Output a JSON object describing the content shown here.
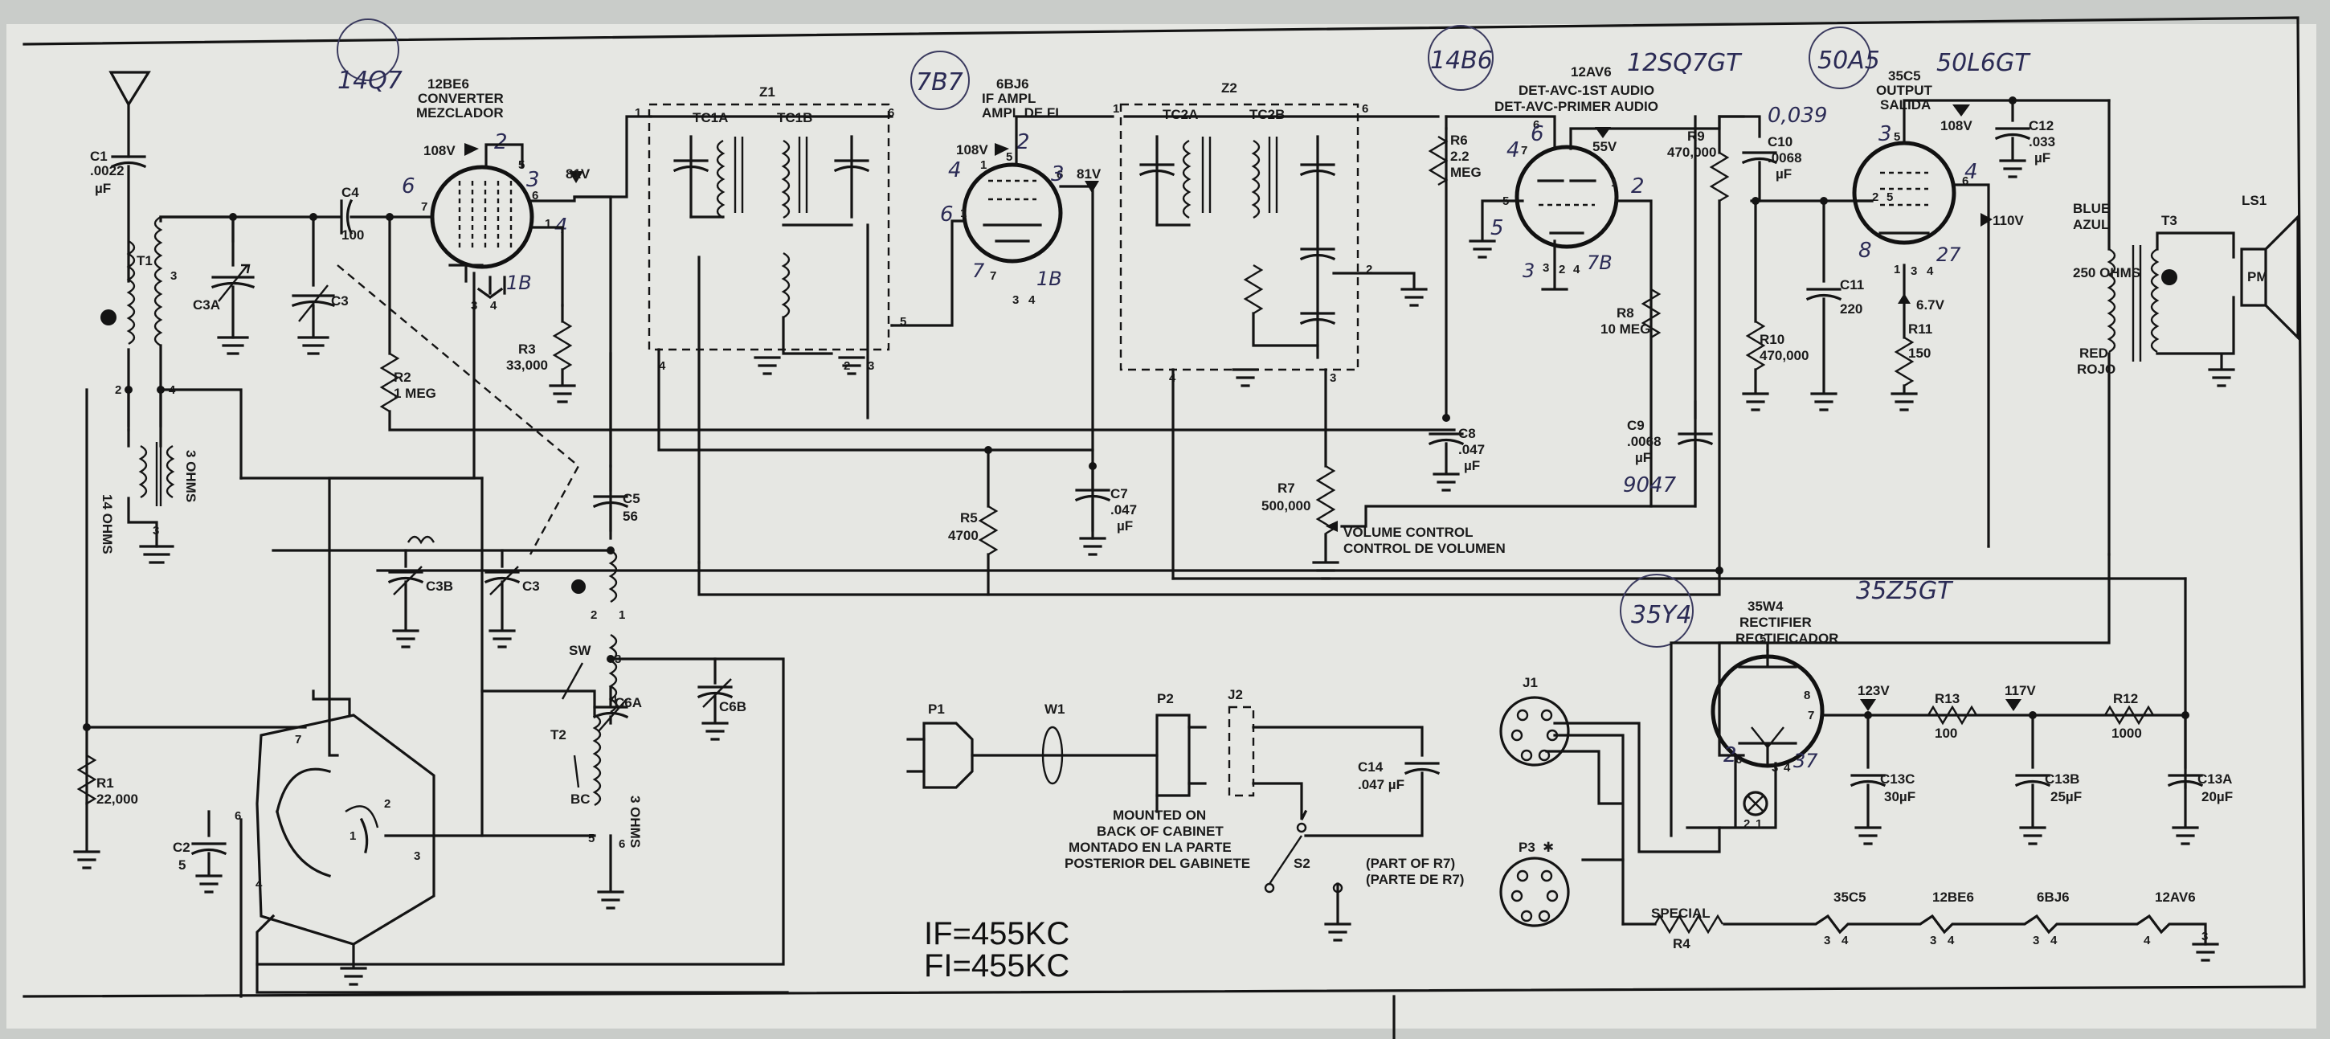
{
  "tubes": {
    "converter": {
      "type": "12BE6",
      "function": "CONVERTER",
      "function_es": "MEZCLADOR",
      "hand_sub": "14Q7",
      "voltage_plate": "108V",
      "voltage_screen": "81V"
    },
    "if_amp": {
      "type": "6BJ6",
      "function": "IF AMPL",
      "function_es": "AMPL DE FI",
      "hand_sub": "7B7",
      "voltage_plate": "108V",
      "voltage_screen": "81V"
    },
    "detector": {
      "type": "12AV6",
      "function": "DET-AVC-1ST AUDIO",
      "function_es": "DET-AVC-PRIMER AUDIO",
      "hand_sub": "14B6",
      "hand_alt": "12SQ7GT",
      "voltage_plate": "55V"
    },
    "output": {
      "type": "35C5",
      "function": "OUTPUT",
      "function_es": "SALIDA",
      "hand_sub": "50A5",
      "hand_alt": "50L6GT",
      "voltage_plate": "108V",
      "voltage_screen": "110V",
      "voltage_cathode": "6.7V"
    },
    "rectifier": {
      "type": "35W4",
      "function": "RECTIFIER",
      "function_es": "RECTIFICADOR",
      "hand_sub": "35Y4",
      "hand_alt": "35Z5GT"
    }
  },
  "components": {
    "c1": {
      "ref": "C1",
      "value": ".0022",
      "unit": "µF"
    },
    "c2": {
      "ref": "C2",
      "value": "5"
    },
    "c3": {
      "ref": "C3"
    },
    "c3a": {
      "ref": "C3A"
    },
    "c3b": {
      "ref": "C3B"
    },
    "c4": {
      "ref": "C4",
      "value": "100"
    },
    "c5": {
      "ref": "C5",
      "value": "56"
    },
    "c6a": {
      "ref": "C6A"
    },
    "c6b": {
      "ref": "C6B"
    },
    "c7": {
      "ref": "C7",
      "value": ".047",
      "unit": "µF"
    },
    "c8": {
      "ref": "C8",
      "value": ".047",
      "unit": "µF"
    },
    "c9": {
      "ref": "C9",
      "value": ".0068",
      "unit": "µF",
      "hand": "9047"
    },
    "c10": {
      "ref": "C10",
      "value": ".0068",
      "unit": "µF",
      "hand": "0,039"
    },
    "c11": {
      "ref": "C11",
      "value": "220"
    },
    "c12": {
      "ref": "C12",
      "value": ".033",
      "unit": "µF"
    },
    "c13a": {
      "ref": "C13A",
      "value": "20µF"
    },
    "c13b": {
      "ref": "C13B",
      "value": "25µF"
    },
    "c13c": {
      "ref": "C13C",
      "value": "30µF"
    },
    "c14": {
      "ref": "C14",
      "value": ".047 µF"
    },
    "r1": {
      "ref": "R1",
      "value": "22,000"
    },
    "r2": {
      "ref": "R2",
      "value": "1 MEG"
    },
    "r3": {
      "ref": "R3",
      "value": "33,000"
    },
    "r4": {
      "ref": "R4",
      "label": "SPECIAL"
    },
    "r5": {
      "ref": "R5",
      "value": "4700"
    },
    "r6": {
      "ref": "R6",
      "value": "2.2",
      "unit": "MEG"
    },
    "r7": {
      "ref": "R7",
      "value": "500,000",
      "desc": "VOLUME CONTROL",
      "desc_es": "CONTROL DE VOLUMEN"
    },
    "r8": {
      "ref": "R8",
      "value": "10 MEG"
    },
    "r9": {
      "ref": "R9",
      "value": "470,000"
    },
    "r10": {
      "ref": "R10",
      "value": "470,000"
    },
    "r11": {
      "ref": "R11",
      "value": "150"
    },
    "r12": {
      "ref": "R12",
      "value": "1000"
    },
    "r13": {
      "ref": "R13",
      "value": "100"
    },
    "t1": {
      "ref": "T1",
      "ohms_a": "14 OHMS",
      "ohms_b": "3 OHMS"
    },
    "t2": {
      "ref": "T2",
      "sw": "SW",
      "bc": "BC",
      "ohms": "3 OHMS"
    },
    "t3": {
      "ref": "T3",
      "blue": "BLUE",
      "blue_es": "AZUL",
      "ohms": "250 OHMS",
      "red": "RED",
      "red_es": "ROJO"
    },
    "ls1": {
      "ref": "LS1",
      "type": "PM"
    },
    "z1": {
      "ref": "Z1",
      "tc1a": "TC1A",
      "tc1b": "TC1B"
    },
    "z2": {
      "ref": "Z2",
      "tc2a": "TC2A",
      "tc2b": "TC2B"
    },
    "p1": {
      "ref": "P1"
    },
    "p2": {
      "ref": "P2"
    },
    "p3": {
      "ref": "P3"
    },
    "w1": {
      "ref": "W1"
    },
    "j1": {
      "ref": "J1"
    },
    "j2": {
      "ref": "J2"
    },
    "s2": {
      "ref": "S2",
      "note": "(PART OF R7)",
      "note_es": "(PARTE DE R7)"
    }
  },
  "voltages": {
    "v123": "123V",
    "v117": "117V"
  },
  "notes": {
    "mounted_1": "MOUNTED ON",
    "mounted_2": "BACK OF CABINET",
    "mounted_3": "MONTADO EN LA PARTE",
    "mounted_4": "POSTERIOR DEL GABINETE",
    "if_freq": "IF=455KC",
    "fi_freq": "FI=455KC"
  },
  "heater_string": [
    "35C5",
    "12BE6",
    "6BJ6",
    "12AV6"
  ]
}
